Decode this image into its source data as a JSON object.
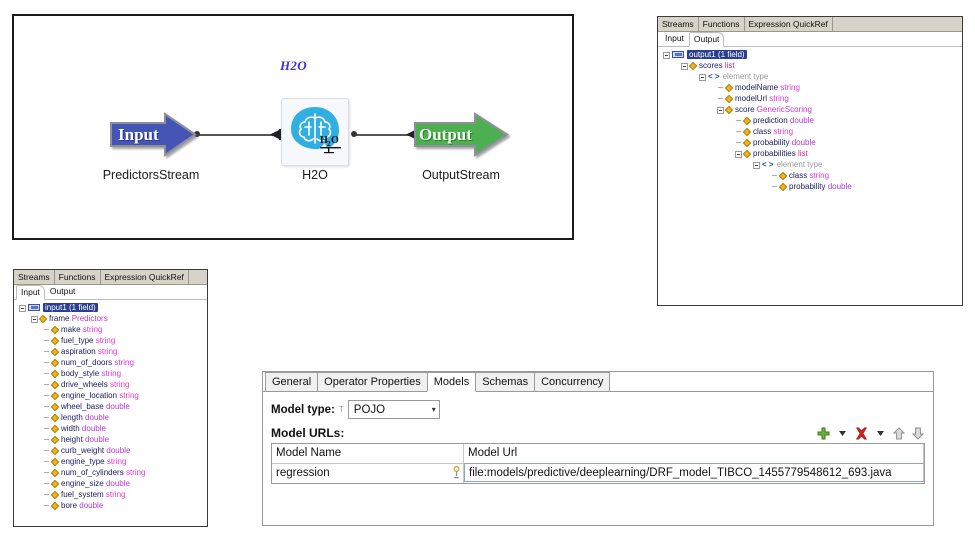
{
  "diagram": {
    "title": "H2O",
    "input_node": {
      "label": "Input",
      "caption": "PredictorsStream",
      "color": "#4455b5"
    },
    "processor_node": {
      "caption": "H2O",
      "icon": "brain-icon",
      "sublabel": "H2O",
      "color": "#31afe3"
    },
    "output_node": {
      "label": "Output",
      "caption": "OutputStream",
      "color": "#4caf50"
    }
  },
  "output_panel": {
    "tabs": [
      {
        "label": "Streams",
        "selected": true
      },
      {
        "label": "Functions",
        "selected": false
      },
      {
        "label": "Expression QuickRef",
        "selected": false
      }
    ],
    "subtabs": [
      {
        "label": "Input",
        "selected": false
      },
      {
        "label": "Output",
        "selected": true
      }
    ],
    "tree": [
      {
        "depth": 0,
        "expander": true,
        "icon": "stream-icon",
        "name": "output1 (1 field)",
        "type": "",
        "selected": true
      },
      {
        "depth": 1,
        "expander": true,
        "icon": "field-icon",
        "name": "scores",
        "type": "list",
        "typeclass": "ty-list"
      },
      {
        "depth": 2,
        "expander": true,
        "icon": "angle-icon",
        "name": "element type",
        "type": "",
        "grey": true
      },
      {
        "depth": 3,
        "expander": false,
        "icon": "field-icon",
        "name": "modelName",
        "type": "string",
        "typeclass": "ty-string"
      },
      {
        "depth": 3,
        "expander": false,
        "icon": "field-icon",
        "name": "modelUrl",
        "type": "string",
        "typeclass": "ty-string"
      },
      {
        "depth": 3,
        "expander": true,
        "icon": "field-icon",
        "name": "score",
        "type": "GenericScoring",
        "typeclass": "ty-class"
      },
      {
        "depth": 4,
        "expander": false,
        "icon": "field-icon",
        "name": "prediction",
        "type": "double",
        "typeclass": "ty-double"
      },
      {
        "depth": 4,
        "expander": false,
        "icon": "field-icon",
        "name": "class",
        "type": "string",
        "typeclass": "ty-string"
      },
      {
        "depth": 4,
        "expander": false,
        "icon": "field-icon",
        "name": "probability",
        "type": "double",
        "typeclass": "ty-double"
      },
      {
        "depth": 4,
        "expander": true,
        "icon": "field-icon",
        "name": "probabilities",
        "type": "list",
        "typeclass": "ty-list"
      },
      {
        "depth": 5,
        "expander": true,
        "icon": "angle-icon",
        "name": "element type",
        "type": "",
        "grey": true
      },
      {
        "depth": 6,
        "expander": false,
        "icon": "field-icon",
        "name": "class",
        "type": "string",
        "typeclass": "ty-string"
      },
      {
        "depth": 6,
        "expander": false,
        "icon": "field-icon",
        "name": "probability",
        "type": "double",
        "typeclass": "ty-double"
      }
    ]
  },
  "input_panel": {
    "tabs": [
      {
        "label": "Streams",
        "selected": true
      },
      {
        "label": "Functions",
        "selected": false
      },
      {
        "label": "Expression QuickRef",
        "selected": false
      }
    ],
    "subtabs": [
      {
        "label": "Input",
        "selected": true
      },
      {
        "label": "Output",
        "selected": false
      }
    ],
    "tree": [
      {
        "depth": 0,
        "expander": true,
        "icon": "stream-icon",
        "name": "input1 (1 field)",
        "type": "",
        "selected": true
      },
      {
        "depth": 1,
        "expander": true,
        "icon": "field-icon",
        "name": "frame",
        "type": "Predictors",
        "typeclass": "ty-class"
      },
      {
        "depth": 2,
        "expander": false,
        "icon": "field-icon",
        "name": "make",
        "type": "string",
        "typeclass": "ty-string"
      },
      {
        "depth": 2,
        "expander": false,
        "icon": "field-icon",
        "name": "fuel_type",
        "type": "string",
        "typeclass": "ty-string"
      },
      {
        "depth": 2,
        "expander": false,
        "icon": "field-icon",
        "name": "aspiration",
        "type": "string",
        "typeclass": "ty-string"
      },
      {
        "depth": 2,
        "expander": false,
        "icon": "field-icon",
        "name": "num_of_doors",
        "type": "string",
        "typeclass": "ty-string"
      },
      {
        "depth": 2,
        "expander": false,
        "icon": "field-icon",
        "name": "body_style",
        "type": "string",
        "typeclass": "ty-string"
      },
      {
        "depth": 2,
        "expander": false,
        "icon": "field-icon",
        "name": "drive_wheels",
        "type": "string",
        "typeclass": "ty-string"
      },
      {
        "depth": 2,
        "expander": false,
        "icon": "field-icon",
        "name": "engine_location",
        "type": "string",
        "typeclass": "ty-string"
      },
      {
        "depth": 2,
        "expander": false,
        "icon": "field-icon",
        "name": "wheel_base",
        "type": "double",
        "typeclass": "ty-double"
      },
      {
        "depth": 2,
        "expander": false,
        "icon": "field-icon",
        "name": "length",
        "type": "double",
        "typeclass": "ty-double"
      },
      {
        "depth": 2,
        "expander": false,
        "icon": "field-icon",
        "name": "width",
        "type": "double",
        "typeclass": "ty-double"
      },
      {
        "depth": 2,
        "expander": false,
        "icon": "field-icon",
        "name": "height",
        "type": "double",
        "typeclass": "ty-double"
      },
      {
        "depth": 2,
        "expander": false,
        "icon": "field-icon",
        "name": "curb_weight",
        "type": "double",
        "typeclass": "ty-double"
      },
      {
        "depth": 2,
        "expander": false,
        "icon": "field-icon",
        "name": "engine_type",
        "type": "string",
        "typeclass": "ty-string"
      },
      {
        "depth": 2,
        "expander": false,
        "icon": "field-icon",
        "name": "num_of_cylinders",
        "type": "string",
        "typeclass": "ty-string"
      },
      {
        "depth": 2,
        "expander": false,
        "icon": "field-icon",
        "name": "engine_size",
        "type": "double",
        "typeclass": "ty-double"
      },
      {
        "depth": 2,
        "expander": false,
        "icon": "field-icon",
        "name": "fuel_system",
        "type": "string",
        "typeclass": "ty-string"
      },
      {
        "depth": 2,
        "expander": false,
        "icon": "field-icon",
        "name": "bore",
        "type": "double",
        "typeclass": "ty-double"
      }
    ]
  },
  "properties": {
    "tabs": [
      {
        "label": "General",
        "selected": false
      },
      {
        "label": "Operator Properties",
        "selected": false
      },
      {
        "label": "Models",
        "selected": true
      },
      {
        "label": "Schemas",
        "selected": false
      },
      {
        "label": "Concurrency",
        "selected": false
      }
    ],
    "model_type_label": "Model type:",
    "model_type_marker": "T",
    "model_type_value": "POJO",
    "model_urls_title": "Model URLs:",
    "toolbar": [
      {
        "name": "add-icon",
        "glyph": "+",
        "color": "#5aa02c"
      },
      {
        "name": "add-dropdown-icon",
        "glyph": "▾",
        "color": "#333333"
      },
      {
        "name": "delete-icon",
        "glyph": "✖",
        "color": "#d0201a"
      },
      {
        "name": "delete-dropdown-icon",
        "glyph": "▾",
        "color": "#333333"
      },
      {
        "name": "move-up-icon",
        "glyph": "⇧",
        "color": "#9a9a9a"
      },
      {
        "name": "move-down-icon",
        "glyph": "⇩",
        "color": "#9a9a9a"
      }
    ],
    "table": {
      "columns": [
        "Model Name",
        "Model Url"
      ],
      "rows": [
        {
          "model_name": "regression",
          "model_url": "file:models/predictive/deeplearning/DRF_model_TIBCO_1455779548612_693.java"
        }
      ]
    }
  }
}
